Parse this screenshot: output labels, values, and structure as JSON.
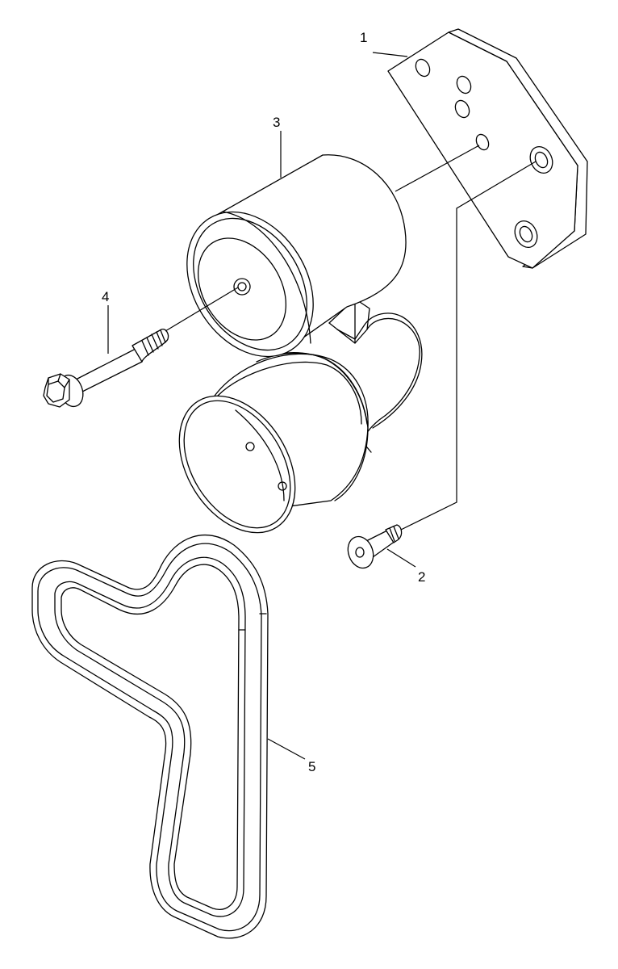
{
  "diagram": {
    "callouts": {
      "bracket": "1",
      "screw": "2",
      "pulley": "3",
      "bolt": "4",
      "belt": "5"
    },
    "line_color": "#000000",
    "background_color": "#ffffff"
  }
}
